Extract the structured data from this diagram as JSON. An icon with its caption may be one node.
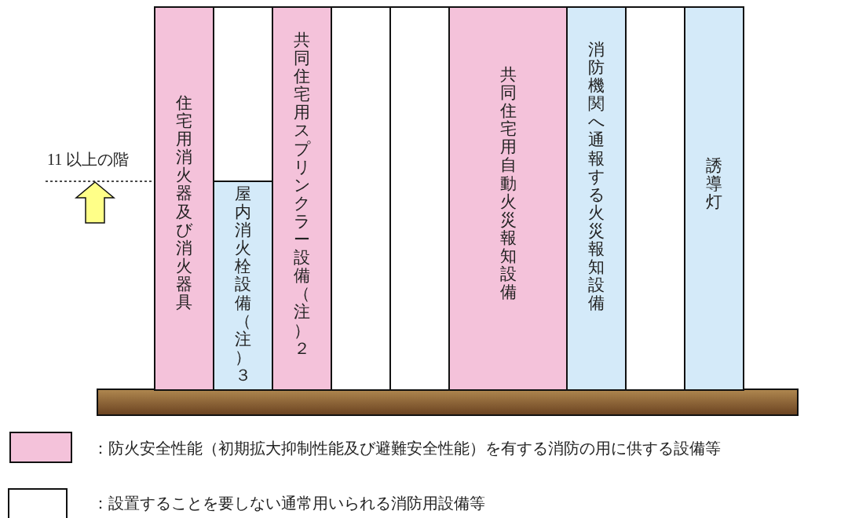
{
  "diagram": {
    "nodes": [
      {
        "text": [
          "住宅用消火器及び消火器具"
        ]
      },
      {
        "text": [],
        "shape": "box"
      },
      {
        "text": [
          "屋内消火栓設備（注）３"
        ]
      },
      {
        "text": [
          "共同住宅用スプリンクラー設備（注）２"
        ]
      },
      {
        "text": [],
        "shape": "box"
      },
      {
        "text": [],
        "shape": "box"
      },
      {
        "text": [
          "共同住宅用自動火災報知設備"
        ]
      },
      {
        "text": [
          "消防機関へ通報する火災報知設備"
        ]
      },
      {
        "text": [],
        "shape": "box"
      },
      {
        "text": [
          "誘導灯"
        ]
      }
    ],
    "labels": [
      "11 以上の階"
    ],
    "legend": [
      {
        "text": "：防火安全性能（初期拡大抑制性能及び避難安全性能）を有する消防の用に供する設備等",
        "color": "#f4c2da"
      },
      {
        "text": "：設置することを要しない通常用いられる消防用設備等",
        "color": "#ffffff"
      }
    ]
  }
}
